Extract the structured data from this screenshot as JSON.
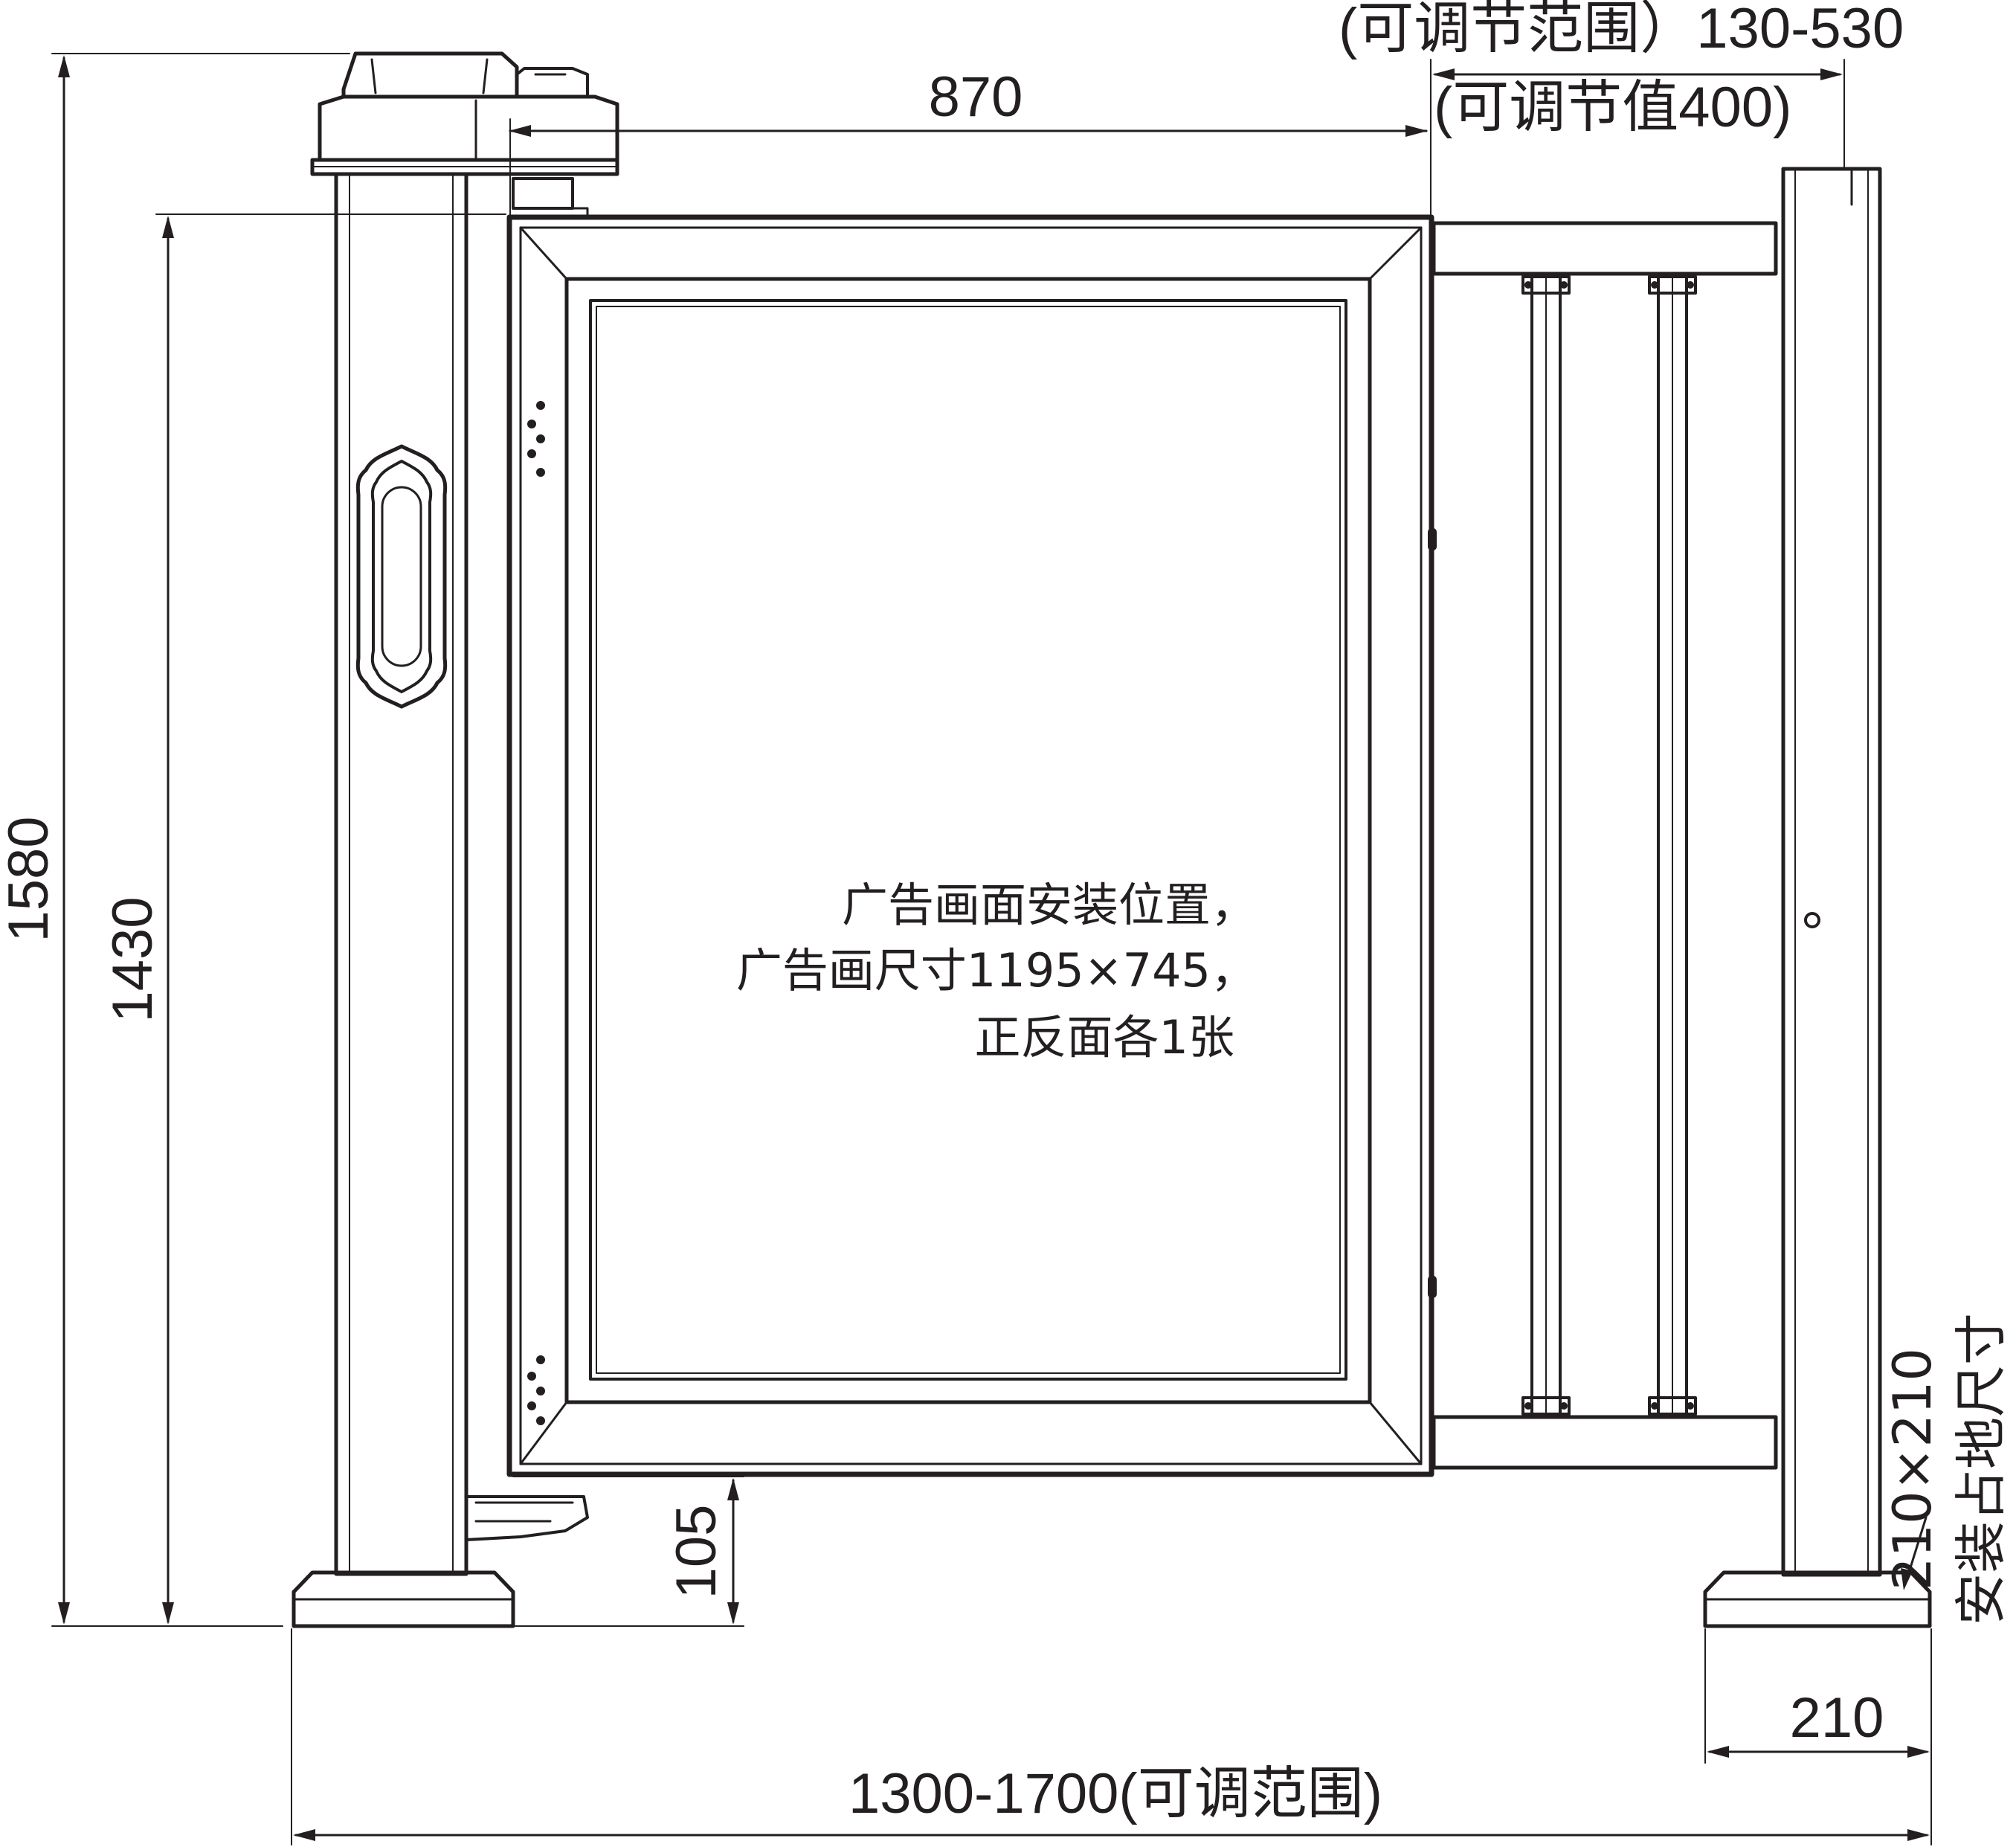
{
  "drawing": {
    "dimensions": {
      "total_height": "1580",
      "frame_height": "1430",
      "door_width": "870",
      "adjust_range": "(可调节范围）130-530",
      "adjust_value": "(可调节值400)",
      "bottom_clearance": "105",
      "total_width": "1300-1700(可调范围)",
      "post_base_width": "210"
    },
    "annotations": {
      "ad_line_1": "广告画面安装位置，",
      "ad_line_2": "广告画尺寸1195×745，",
      "ad_line_3": "正反面各1张",
      "footprint_size": "210×210",
      "footprint_label": "安装占地尺寸"
    },
    "colors": {
      "line": "#231f20",
      "background": "#ffffff"
    }
  }
}
